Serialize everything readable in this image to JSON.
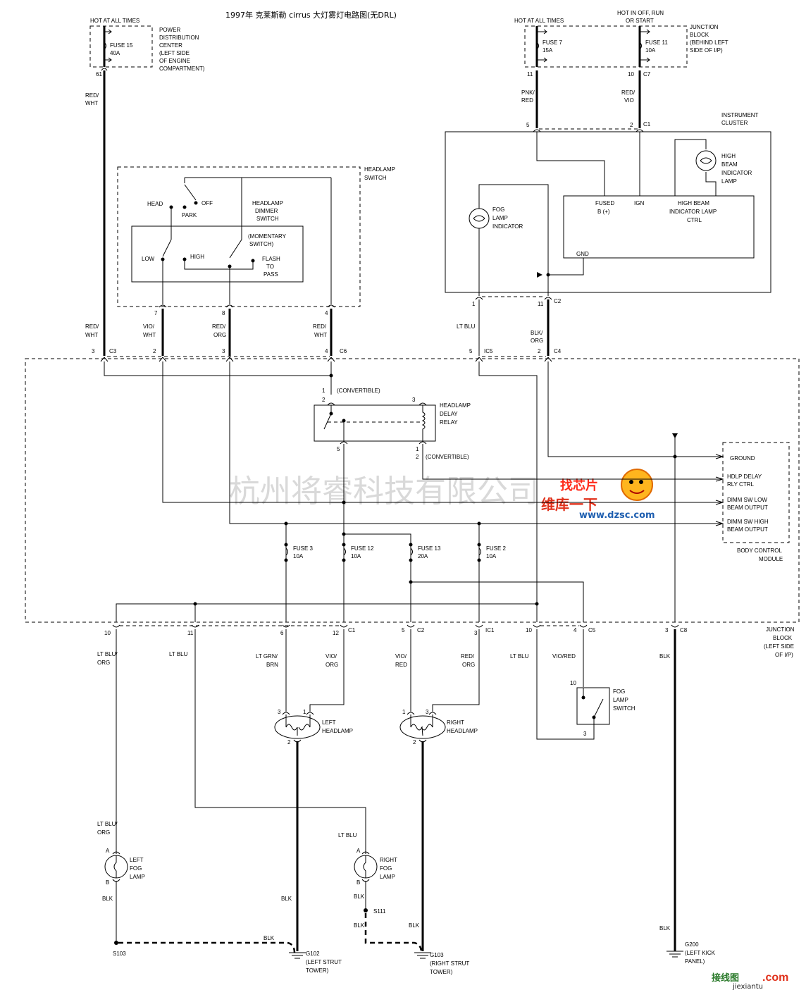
{
  "title": "1997年 克莱斯勒 cirrus 大灯雾灯电路图(无DRL)",
  "watermark": {
    "company": "杭州将睿科技有限公司",
    "site_cn": "维库一下",
    "site_url": "www.dzsc.com",
    "logo_text": "找芯片",
    "bottom_logo": "接线图",
    "bottom_logo2": ".com",
    "bottom_url": "jiexiantu"
  },
  "labels": {
    "hot_at_all_times_1": "HOT AT ALL TIMES",
    "hot_at_all_times_2": "HOT AT ALL TIMES",
    "hot_in_off": [
      "HOT IN OFF, RUN",
      "OR START"
    ],
    "pdc": [
      "POWER",
      "DISTRIBUTION",
      "CENTER",
      "(LEFT SIDE",
      "OF ENGINE",
      "COMPARTMENT)"
    ],
    "fuse15": [
      "FUSE 15",
      "40A"
    ],
    "fuse7": [
      "FUSE 7",
      "15A"
    ],
    "fuse11": [
      "FUSE 11",
      "10A"
    ],
    "jb_top": [
      "JUNCTION",
      "BLOCK",
      "(BEHIND LEFT",
      "SIDE OF I/P)"
    ],
    "instrument_cluster": [
      "INSTRUMENT",
      "CLUSTER"
    ],
    "high_beam_ind": [
      "HIGH",
      "BEAM",
      "INDICATOR",
      "LAMP"
    ],
    "fog_lamp_ind": [
      "FOG",
      "LAMP",
      "INDICATOR"
    ],
    "fused_b": [
      "FUSED",
      "B (+)"
    ],
    "ign": "IGN",
    "hb_ctrl": [
      "HIGH BEAM",
      "INDICATOR LAMP",
      "CTRL"
    ],
    "gnd": "GND",
    "headlamp_switch": [
      "HEADLAMP",
      "SWITCH"
    ],
    "head": "HEAD",
    "off": "OFF",
    "park": "PARK",
    "dimmer": [
      "HEADLAMP",
      "DIMMER",
      "SWITCH"
    ],
    "momentary": [
      "(MOMENTARY",
      "SWITCH)"
    ],
    "low": "LOW",
    "high": "HIGH",
    "flash": [
      "FLASH",
      "TO",
      "PASS"
    ],
    "convertible_1": "(CONVERTIBLE)",
    "convertible_2": "(CONVERTIBLE)",
    "hd_relay": [
      "HEADLAMP",
      "DELAY",
      "RELAY"
    ],
    "bcm_ground": "GROUND",
    "bcm_hdlp": [
      "HDLP DELAY",
      "RLY CTRL"
    ],
    "bcm_low": [
      "DIMM SW LOW",
      "BEAM OUTPUT"
    ],
    "bcm_high": [
      "DIMM SW HIGH",
      "BEAM OUTPUT"
    ],
    "bcm": [
      "BODY CONTROL",
      "MODULE"
    ],
    "fuse3": [
      "FUSE 3",
      "10A"
    ],
    "fuse12": [
      "FUSE 12",
      "10A"
    ],
    "fuse13": [
      "FUSE 13",
      "20A"
    ],
    "fuse2": [
      "FUSE 2",
      "10A"
    ],
    "jb_bottom": [
      "JUNCTION",
      "BLOCK",
      "(LEFT SIDE",
      "OF I/P)"
    ],
    "left_headlamp": [
      "LEFT",
      "HEADLAMP"
    ],
    "right_headlamp": [
      "RIGHT",
      "HEADLAMP"
    ],
    "fog_lamp_switch": [
      "FOG",
      "LAMP",
      "SWITCH"
    ],
    "left_fog": [
      "LEFT",
      "FOG",
      "LAMP"
    ],
    "right_fog": [
      "RIGHT",
      "FOG",
      "LAMP"
    ],
    "s103": "S103",
    "s111": "S111",
    "g102": [
      "G102",
      "(LEFT STRUT",
      "TOWER)"
    ],
    "g103": [
      "G103",
      "(RIGHT STRUT",
      "TOWER)"
    ],
    "g200": [
      "G200",
      "(LEFT KICK",
      "PANEL)"
    ]
  },
  "wires": {
    "red_wht": [
      "RED/",
      "WHT"
    ],
    "pnk_red": [
      "PNK/",
      "RED"
    ],
    "red_vio": [
      "RED/",
      "VIO"
    ],
    "vio_wht": [
      "VIO/",
      "WHT"
    ],
    "red_org": [
      "RED/",
      "ORG"
    ],
    "lt_blu": "LT BLU",
    "blk_org": [
      "BLK/",
      "ORG"
    ],
    "lt_blu_org": [
      "LT BLU/",
      "ORG"
    ],
    "lt_grn_brn": [
      "LT GRN/",
      "BRN"
    ],
    "vio_org": [
      "VIO/",
      "ORG"
    ],
    "vio_red_v": [
      "VIO/",
      "RED"
    ],
    "vio_red_h": "VIO/RED",
    "blk": "BLK"
  },
  "connectors": {
    "c3": "C3",
    "c6": "C6",
    "c5": "C5",
    "c4": "C4",
    "c1": "C1",
    "c2": "C2",
    "c7": "C7",
    "c8": "C8",
    "ic5": "IC5",
    "ic1": "IC1"
  },
  "pins": {
    "p61": "61",
    "p11": "11",
    "p10": "10",
    "p5": "5",
    "p2": "2",
    "p1": "1",
    "p7": "7",
    "p8": "8",
    "p4": "4",
    "p3": "3",
    "p6": "6",
    "p12": "12",
    "pA": "A",
    "pB": "B"
  }
}
